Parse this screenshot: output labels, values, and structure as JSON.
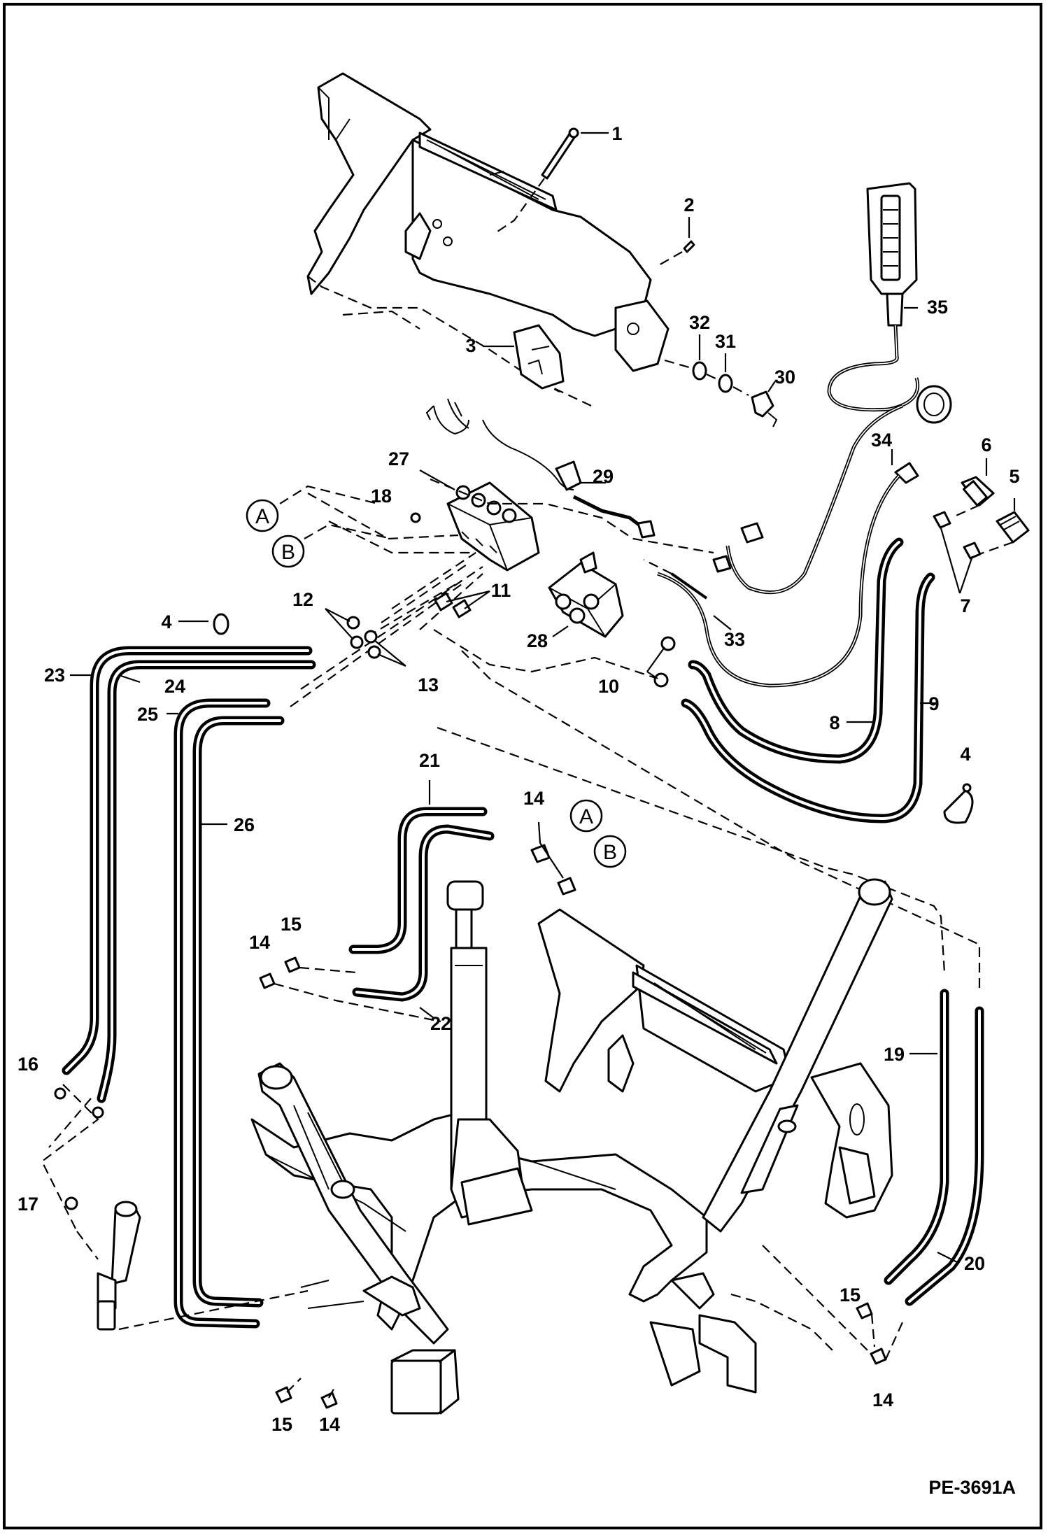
{
  "diagram": {
    "code": "PE-3691A",
    "callouts": {
      "c1": "1",
      "c2": "2",
      "c3": "3",
      "c4a": "4",
      "c4b": "4",
      "c5": "5",
      "c6": "6",
      "c7": "7",
      "c8": "8",
      "c9": "9",
      "c10": "10",
      "c11": "11",
      "c12": "12",
      "c13": "13",
      "c14a": "14",
      "c14b": "14",
      "c14c": "14",
      "c14d": "14",
      "c15a": "15",
      "c15b": "15",
      "c15c": "15",
      "c16": "16",
      "c17": "17",
      "c18": "18",
      "c19": "19",
      "c20": "20",
      "c21": "21",
      "c22": "22",
      "c23": "23",
      "c24": "24",
      "c25": "25",
      "c26": "26",
      "c27": "27",
      "c28": "28",
      "c29": "29",
      "c30": "30",
      "c31": "31",
      "c32": "32",
      "c33": "33",
      "c34": "34",
      "c35": "35"
    },
    "connectors": {
      "a1": "A",
      "b1": "B",
      "a2": "A",
      "b2": "B"
    }
  }
}
